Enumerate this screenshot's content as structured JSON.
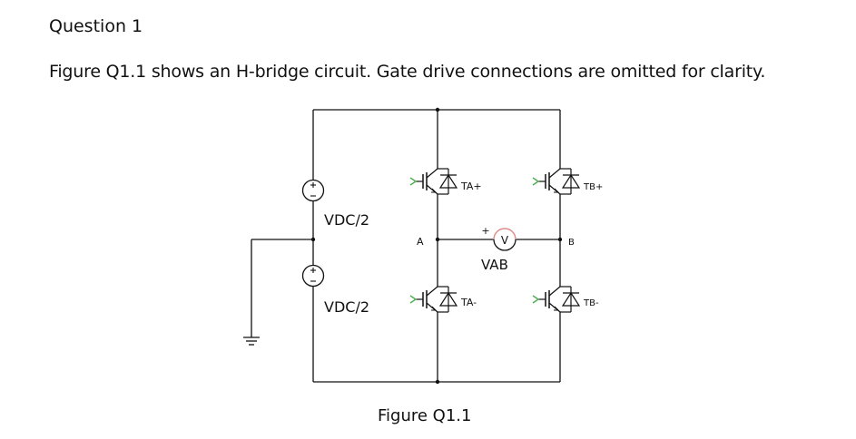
{
  "question": {
    "heading": "Question 1",
    "text": "Figure Q1.1 shows an H-bridge circuit. Gate drive connections are omitted for clarity."
  },
  "figure": {
    "caption": "Figure Q1.1",
    "source_top_label": "VDC/2",
    "source_bottom_label": "VDC/2",
    "node_a_label": "A",
    "node_b_label": "B",
    "voltmeter_symbol": "V",
    "voltmeter_plus": "+",
    "vab_label": "VAB",
    "switches": {
      "ta_plus": "TA+",
      "tb_plus": "TB+",
      "ta_minus": "TA-",
      "tb_minus": "TB-"
    },
    "colors": {
      "wire": "#111111",
      "gate_arrow": "#4caf50",
      "voltmeter_top": "#e08a8a"
    }
  }
}
